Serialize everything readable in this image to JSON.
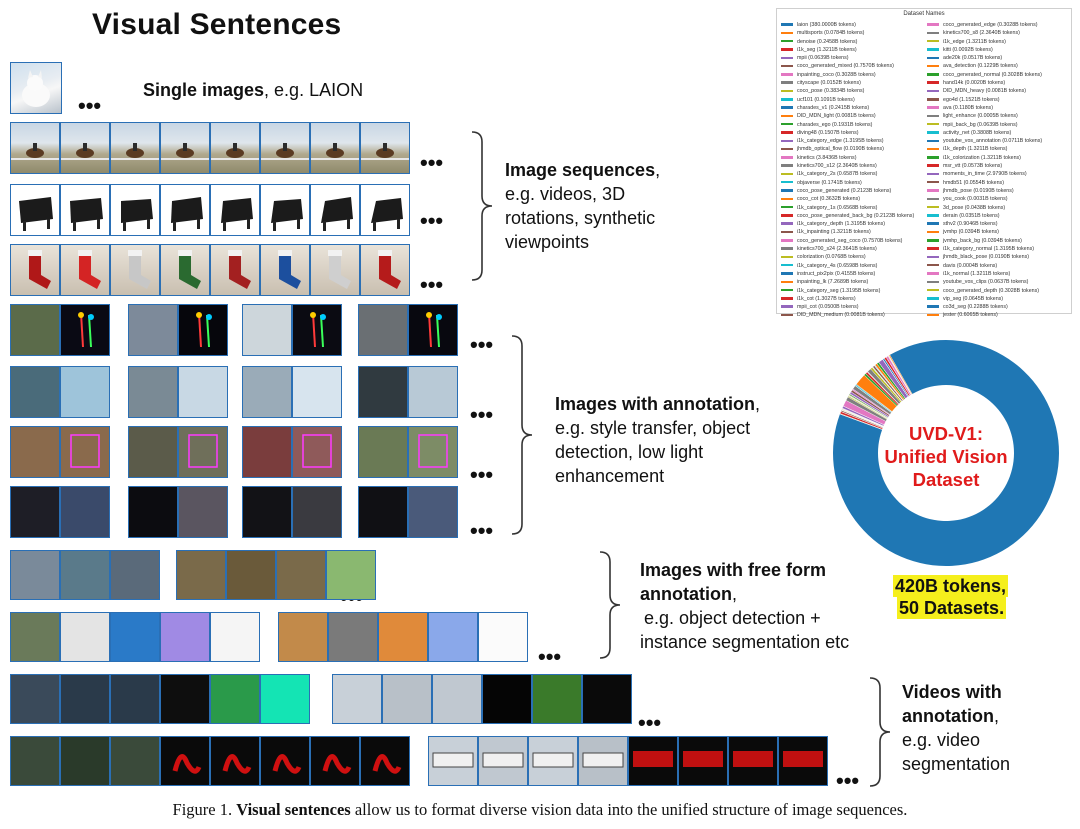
{
  "title": "Visual Sentences",
  "sections": {
    "single": {
      "bold": "Single images",
      "rest": ", e.g. LAION"
    },
    "sequences": {
      "bold": "Image sequences",
      "l1": ",",
      "l2": "e.g. videos, 3D",
      "l3": "rotations, synthetic",
      "l4": "viewpoints"
    },
    "annotation": {
      "bold": "Images with annotation",
      "l1": ",",
      "l2": "e.g. style transfer, object",
      "l3": "detection, low light",
      "l4": "enhancement"
    },
    "freeform": {
      "bold1": "Images with free form",
      "bold2": "annotation",
      "l2rest": ",",
      "l3": "e.g. object detection +",
      "l4": "instance segmentation etc"
    },
    "videos": {
      "bold1": "Videos with",
      "bold2": "annotation",
      "l2rest": ",",
      "l3": "e.g. video",
      "l4": "segmentation"
    }
  },
  "dots": "•••",
  "donut": {
    "line1": "UVD-V1:",
    "line2": "Unified Vision",
    "line3": "Dataset"
  },
  "highlight": {
    "line1": "420B tokens,",
    "line2": "50 Datasets."
  },
  "legend": {
    "title": "Dataset Names",
    "items": [
      {
        "label": "laion (380.0000B tokens)",
        "color": "#1f77b4"
      },
      {
        "label": "multisports (0.0784B tokens)",
        "color": "#ff7f0e"
      },
      {
        "label": "denoise (0.2458B tokens)",
        "color": "#2ca02c"
      },
      {
        "label": "i1k_seg (1.3211B tokens)",
        "color": "#d62728"
      },
      {
        "label": "mpii (0.0639B tokens)",
        "color": "#9467bd"
      },
      {
        "label": "coco_generated_mixed (0.7570B tokens)",
        "color": "#8c564b"
      },
      {
        "label": "inpainting_coco (0.3028B tokens)",
        "color": "#e377c2"
      },
      {
        "label": "cityscape (0.0152B tokens)",
        "color": "#7f7f7f"
      },
      {
        "label": "coco_pose (0.3834B tokens)",
        "color": "#bcbd22"
      },
      {
        "label": "ucf101 (0.1091B tokens)",
        "color": "#17becf"
      },
      {
        "label": "charades_v1 (0.2415B tokens)",
        "color": "#1f77b4"
      },
      {
        "label": "DID_MDN_light (0.0081B tokens)",
        "color": "#ff7f0e"
      },
      {
        "label": "charades_ego (0.1931B tokens)",
        "color": "#2ca02c"
      },
      {
        "label": "diving48 (0.1507B tokens)",
        "color": "#d62728"
      },
      {
        "label": "i1k_category_edge (1.3195B tokens)",
        "color": "#9467bd"
      },
      {
        "label": "jhmdb_optical_flow (0.0190B tokens)",
        "color": "#8c564b"
      },
      {
        "label": "kinetics (3.8436B tokens)",
        "color": "#e377c2"
      },
      {
        "label": "kinetics700_s12 (2.3640B tokens)",
        "color": "#7f7f7f"
      },
      {
        "label": "i1k_category_2s (0.6587B tokens)",
        "color": "#bcbd22"
      },
      {
        "label": "objaverse (0.1741B tokens)",
        "color": "#17becf"
      },
      {
        "label": "coco_pose_generated (0.2123B tokens)",
        "color": "#1f77b4"
      },
      {
        "label": "coco_cot (0.3632B tokens)",
        "color": "#ff7f0e"
      },
      {
        "label": "i1k_category_1s (0.6568B tokens)",
        "color": "#2ca02c"
      },
      {
        "label": "coco_pose_generated_back_bg (0.2123B tokens)",
        "color": "#d62728"
      },
      {
        "label": "i1k_category_depth (1.3195B tokens)",
        "color": "#9467bd"
      },
      {
        "label": "i1k_inpainting (1.3211B tokens)",
        "color": "#8c564b"
      },
      {
        "label": "coco_generated_seg_coco (0.7570B tokens)",
        "color": "#e377c2"
      },
      {
        "label": "kinetics700_s24 (2.3641B tokens)",
        "color": "#7f7f7f"
      },
      {
        "label": "colorization (0.0768B tokens)",
        "color": "#bcbd22"
      },
      {
        "label": "i1k_category_4s (0.6598B tokens)",
        "color": "#17becf"
      },
      {
        "label": "instruct_pix2pix (0.4155B tokens)",
        "color": "#1f77b4"
      },
      {
        "label": "inpainting_lk (7.2689B tokens)",
        "color": "#ff7f0e"
      },
      {
        "label": "i1k_category_seg (1.3195B tokens)",
        "color": "#2ca02c"
      },
      {
        "label": "i1k_cot (1.3027B tokens)",
        "color": "#d62728"
      },
      {
        "label": "mpii_cot (0.0500B tokens)",
        "color": "#9467bd"
      },
      {
        "label": "DID_MDN_medium (0.0081B tokens)",
        "color": "#8c564b"
      },
      {
        "label": "coco_generated_edge (0.3028B tokens)",
        "color": "#e377c2"
      },
      {
        "label": "kinetics700_s8 (2.3640B tokens)",
        "color": "#7f7f7f"
      },
      {
        "label": "i1k_edge (1.3211B tokens)",
        "color": "#bcbd22"
      },
      {
        "label": "kitti (0.0092B tokens)",
        "color": "#17becf"
      },
      {
        "label": "ade20k (0.0517B tokens)",
        "color": "#1f77b4"
      },
      {
        "label": "ava_detection (0.1229B tokens)",
        "color": "#ff7f0e"
      },
      {
        "label": "coco_generated_normal (0.3028B tokens)",
        "color": "#2ca02c"
      },
      {
        "label": "hand14k (0.0020B tokens)",
        "color": "#d62728"
      },
      {
        "label": "DID_MDN_heavy (0.0081B tokens)",
        "color": "#9467bd"
      },
      {
        "label": "ego4d (1.1521B tokens)",
        "color": "#8c564b"
      },
      {
        "label": "ava (0.1180B tokens)",
        "color": "#e377c2"
      },
      {
        "label": "light_enhance (0.0005B tokens)",
        "color": "#7f7f7f"
      },
      {
        "label": "mpii_back_bg (0.0639B tokens)",
        "color": "#bcbd22"
      },
      {
        "label": "activity_net (0.3808B tokens)",
        "color": "#17becf"
      },
      {
        "label": "youtube_vos_annotation (0.0711B tokens)",
        "color": "#1f77b4"
      },
      {
        "label": "i1k_depth (1.3211B tokens)",
        "color": "#ff7f0e"
      },
      {
        "label": "i1k_colorization (1.3211B tokens)",
        "color": "#2ca02c"
      },
      {
        "label": "msr_vtt (0.0573B tokens)",
        "color": "#d62728"
      },
      {
        "label": "moments_in_time (2.9790B tokens)",
        "color": "#9467bd"
      },
      {
        "label": "hmdb51 (0.0554B tokens)",
        "color": "#8c564b"
      },
      {
        "label": "jhmdb_pose (0.0190B tokens)",
        "color": "#e377c2"
      },
      {
        "label": "you_cook (0.0031B tokens)",
        "color": "#7f7f7f"
      },
      {
        "label": "3d_pose (0.0438B tokens)",
        "color": "#bcbd22"
      },
      {
        "label": "derain (0.0351B tokens)",
        "color": "#17becf"
      },
      {
        "label": "sthv2 (0.9046B tokens)",
        "color": "#1f77b4"
      },
      {
        "label": "jvmhp (0.0394B tokens)",
        "color": "#ff7f0e"
      },
      {
        "label": "jvmhp_back_bg (0.0394B tokens)",
        "color": "#2ca02c"
      },
      {
        "label": "i1k_category_normal (1.3195B tokens)",
        "color": "#d62728"
      },
      {
        "label": "jhmdb_black_pose (0.0190B tokens)",
        "color": "#9467bd"
      },
      {
        "label": "davis (0.0004B tokens)",
        "color": "#8c564b"
      },
      {
        "label": "i1k_normal (1.3211B tokens)",
        "color": "#e377c2"
      },
      {
        "label": "youtube_vos_clips (0.0637B tokens)",
        "color": "#7f7f7f"
      },
      {
        "label": "coco_generated_depth (0.3028B tokens)",
        "color": "#bcbd22"
      },
      {
        "label": "vip_seg (0.0645B tokens)",
        "color": "#17becf"
      },
      {
        "label": "co3d_seg (0.2288B tokens)",
        "color": "#1f77b4"
      },
      {
        "label": "jester (0.6065B tokens)",
        "color": "#ff7f0e"
      }
    ]
  },
  "caption": {
    "prefix": "Figure 1. ",
    "bold": "Visual sentences",
    "rest": " allow us to format diverse vision data into the unified structure of image sequences."
  }
}
